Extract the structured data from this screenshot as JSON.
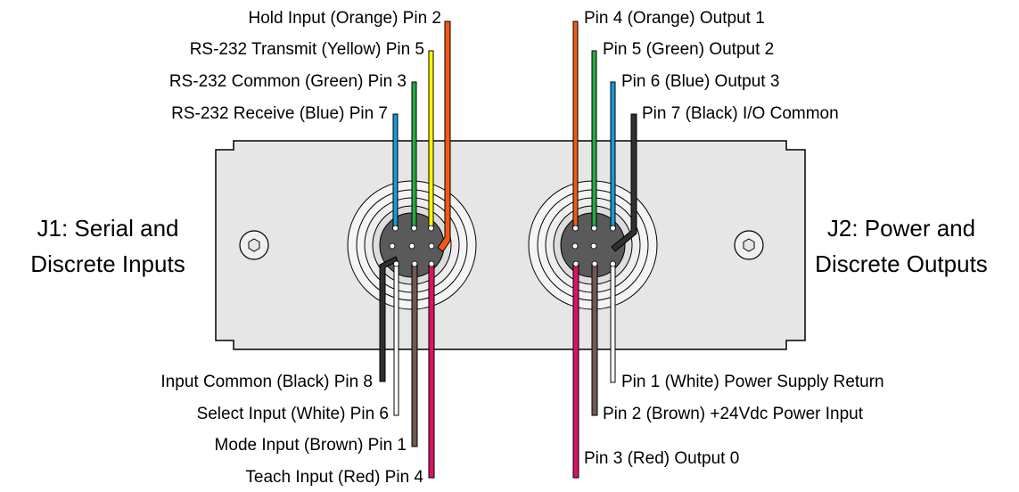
{
  "connectors": {
    "j1": {
      "title_line1": "J1: Serial and",
      "title_line2": "Discrete Inputs",
      "top_labels": [
        "Hold Input (Orange) Pin 2",
        "RS-232 Transmit (Yellow) Pin 5",
        "RS-232 Common (Green) Pin 3",
        "RS-232 Receive (Blue) Pin 7"
      ],
      "bottom_labels": [
        "Input Common (Black) Pin 8",
        "Select Input (White) Pin 6",
        "Mode Input (Brown) Pin 1",
        "Teach Input (Red) Pin 4"
      ]
    },
    "j2": {
      "title_line1": "J2: Power and",
      "title_line2": "Discrete Outputs",
      "top_labels": [
        "Pin 4 (Orange) Output 1",
        "Pin 5 (Green) Output 2",
        "Pin 6 (Blue) Output 3",
        "Pin 7 (Black) I/O Common"
      ],
      "bottom_labels": [
        "Pin 1 (White) Power Supply Return",
        "Pin 2 (Brown) +24Vdc Power Input",
        "Pin 3 (Red) Output 0"
      ]
    }
  },
  "wire_colors": {
    "orange": "#f05a14",
    "yellow": "#ffff00",
    "green": "#27a844",
    "blue": "#1a9ad6",
    "black": "#303030",
    "white": "#ffffff",
    "brown": "#6e5a50",
    "red": "#d81466"
  },
  "panel_color": "#e6e6e6"
}
